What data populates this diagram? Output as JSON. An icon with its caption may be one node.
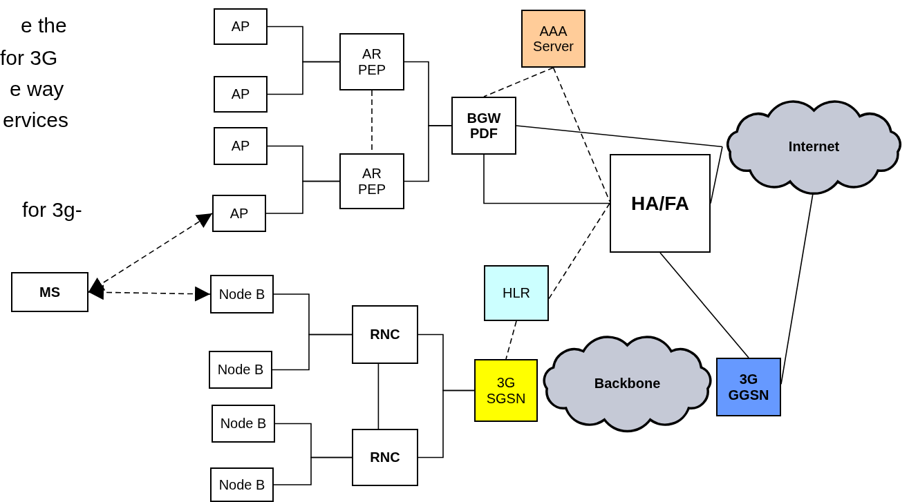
{
  "diagram": {
    "nodes": [
      {
        "text": [
          "AP"
        ]
      },
      {
        "text": [
          "AP"
        ]
      },
      {
        "text": [
          "AP"
        ]
      },
      {
        "text": [
          "AP"
        ]
      },
      {
        "text": [
          "AR PEP"
        ]
      },
      {
        "text": [
          "AR PEP"
        ]
      },
      {
        "text": [
          "AAA Server"
        ]
      },
      {
        "text": [
          "BGW PDF"
        ]
      },
      {
        "text": [
          "Internet"
        ]
      },
      {
        "text": [
          "HA/FA"
        ]
      },
      {
        "text": [
          "MS"
        ]
      },
      {
        "text": [
          "Node B"
        ]
      },
      {
        "text": [
          "Node B"
        ]
      },
      {
        "text": [
          "Node B"
        ]
      },
      {
        "text": [
          "Node B"
        ]
      },
      {
        "text": [
          "HLR"
        ]
      },
      {
        "text": [
          "RNC"
        ]
      },
      {
        "text": [
          "RNC"
        ]
      },
      {
        "text": [
          "3G SGSN"
        ]
      },
      {
        "text": [
          "Backbone"
        ]
      },
      {
        "text": [
          "3G GGSN"
        ]
      }
    ],
    "edges": [
      {
        "from": 0,
        "to": 4,
        "arrow": "none"
      },
      {
        "from": 1,
        "to": 4,
        "arrow": "none"
      },
      {
        "from": 2,
        "to": 5,
        "arrow": "none"
      },
      {
        "from": 3,
        "to": 5,
        "arrow": "none"
      },
      {
        "from": 4,
        "to": 5,
        "arrow": "none",
        "style": "dashed"
      },
      {
        "from": 4,
        "to": 7,
        "arrow": "none"
      },
      {
        "from": 5,
        "to": 7,
        "arrow": "none"
      },
      {
        "from": 6,
        "to": 7,
        "arrow": "none",
        "style": "dashed"
      },
      {
        "from": 6,
        "to": 9,
        "arrow": "none",
        "style": "dashed"
      },
      {
        "from": 7,
        "to": 8,
        "arrow": "none"
      },
      {
        "from": 7,
        "to": 9,
        "arrow": "none"
      },
      {
        "from": 9,
        "to": 8,
        "arrow": "none"
      },
      {
        "from": 15,
        "to": 9,
        "arrow": "none",
        "style": "dashed"
      },
      {
        "from": 9,
        "to": 20,
        "arrow": "none"
      },
      {
        "from": 8,
        "to": 20,
        "arrow": "none"
      },
      {
        "from": 10,
        "to": 3,
        "arrow": "both",
        "style": "dashed"
      },
      {
        "from": 10,
        "to": 11,
        "arrow": "both",
        "style": "dashed"
      },
      {
        "from": 11,
        "to": 16,
        "arrow": "none"
      },
      {
        "from": 12,
        "to": 16,
        "arrow": "none"
      },
      {
        "from": 13,
        "to": 17,
        "arrow": "none"
      },
      {
        "from": 14,
        "to": 17,
        "arrow": "none"
      },
      {
        "from": 16,
        "to": 17,
        "arrow": "none"
      },
      {
        "from": 16,
        "to": 18,
        "arrow": "none"
      },
      {
        "from": 17,
        "to": 18,
        "arrow": "none"
      },
      {
        "from": 15,
        "to": 18,
        "arrow": "none",
        "style": "dashed"
      }
    ],
    "labels": [
      "e the",
      "for 3G",
      "e way",
      "ervices",
      "for 3g-"
    ]
  }
}
